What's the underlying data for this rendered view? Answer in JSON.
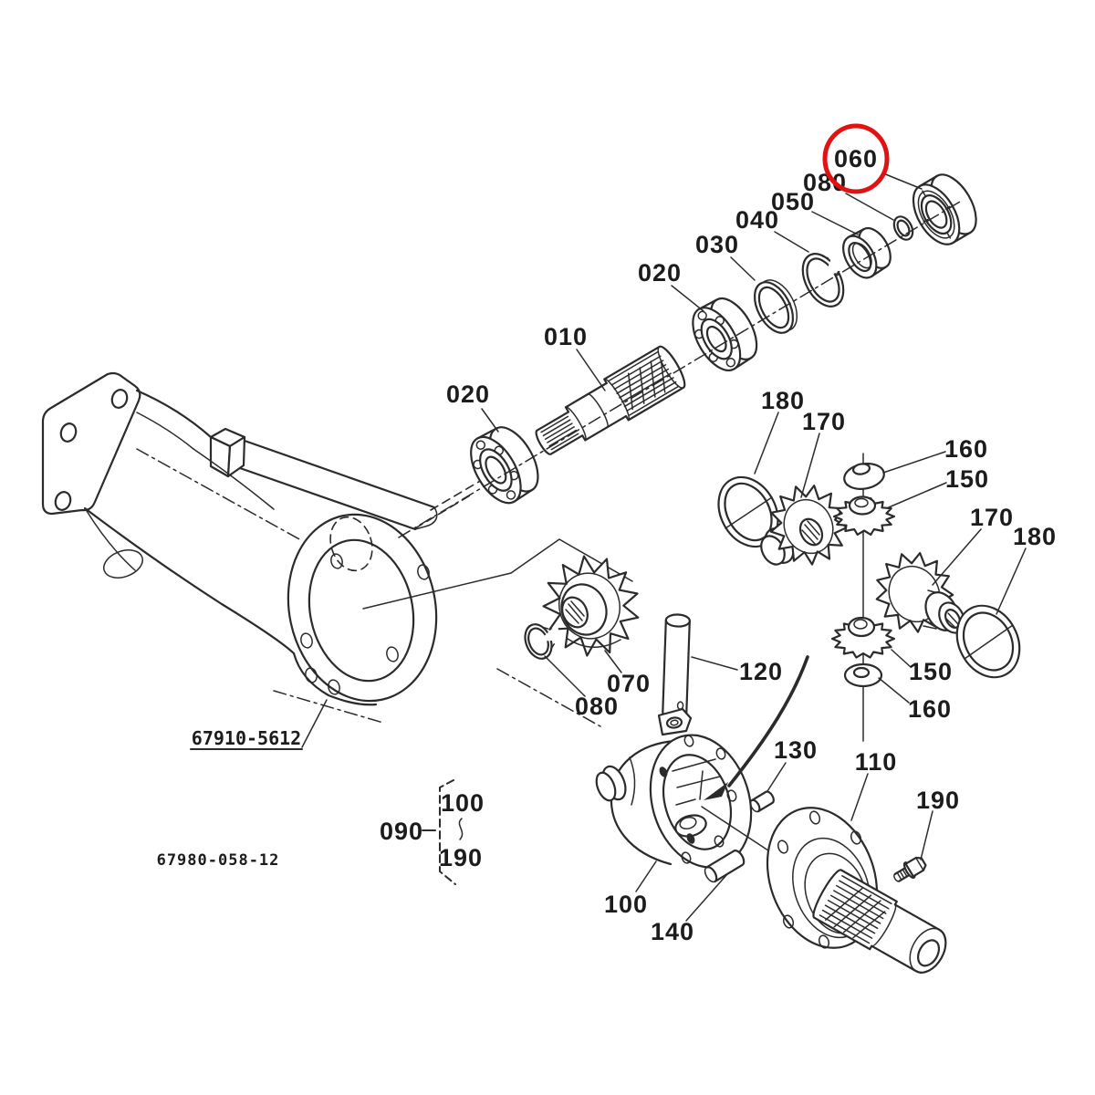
{
  "figure": {
    "type": "exploded-parts-diagram",
    "subject": "gearcase-differential-assembly",
    "highlighted_callout": "060",
    "highlight_color": "#e01212",
    "line_color": "#2b2b2b",
    "background_color": "#ffffff"
  },
  "part_numbers": {
    "housing_code": "67910-5612",
    "figure_code": "67980-058-12"
  },
  "group_bracket": {
    "group": "090",
    "range_start": "100",
    "range_end": "190"
  },
  "callouts": {
    "c010": "010",
    "c020a": "020",
    "c020b": "020",
    "c030": "030",
    "c040": "040",
    "c050": "050",
    "c060": "060",
    "c070": "070",
    "c080a": "080",
    "c080b": "080",
    "c090": "090",
    "c100": "100",
    "c110": "110",
    "c120": "120",
    "c130": "130",
    "c140": "140",
    "c150a": "150",
    "c150b": "150",
    "c160a": "160",
    "c160b": "160",
    "c170a": "170",
    "c170b": "170",
    "c180a": "180",
    "c180b": "180",
    "c190": "190"
  }
}
